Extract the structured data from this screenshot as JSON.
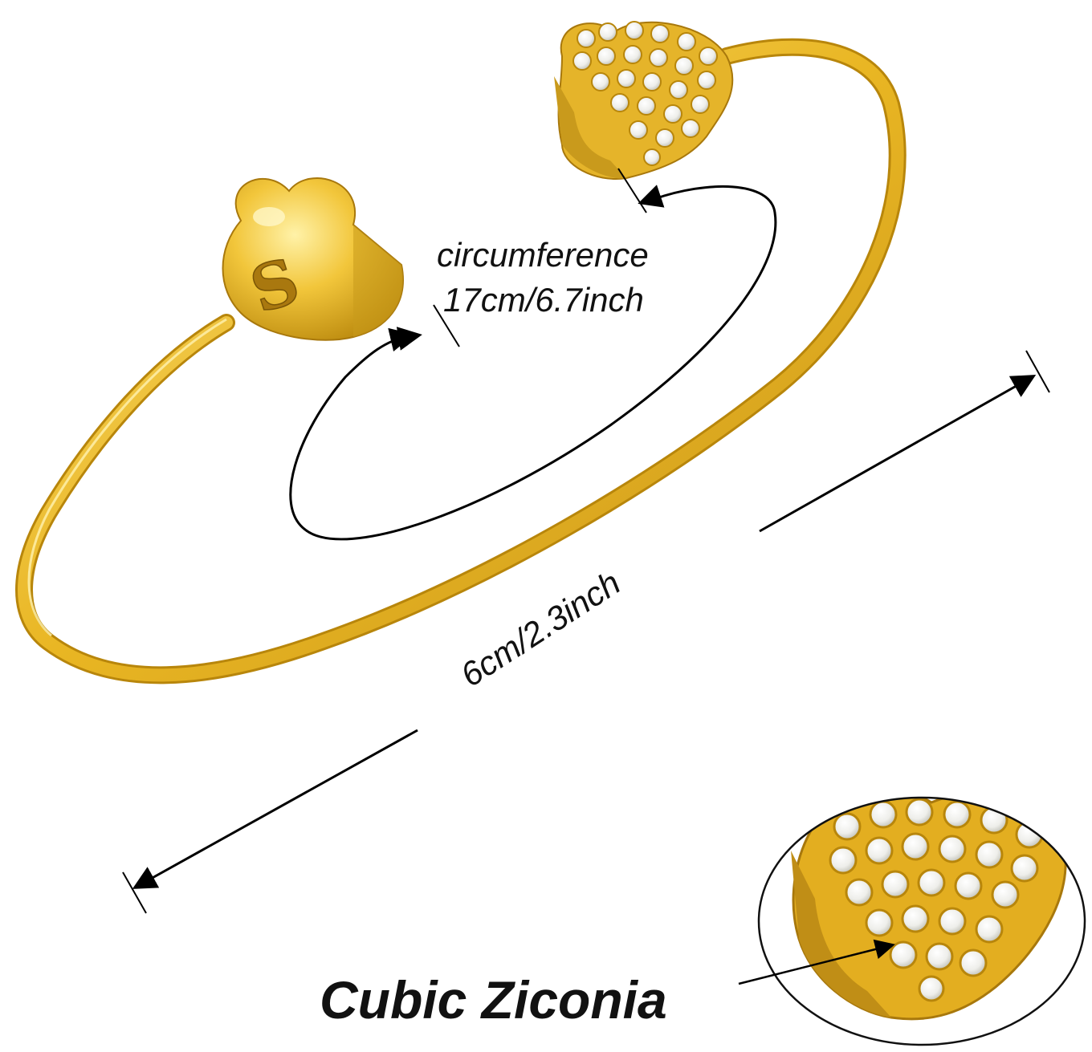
{
  "annotations": {
    "circumference_label": "circumference",
    "circumference_value": "17cm/6.7inch",
    "width_value": "6cm/2.3inch",
    "stone_label": "Cubic Ziconia"
  },
  "colors": {
    "gold_light": "#f7d45a",
    "gold_mid": "#e9b623",
    "gold_dark": "#b8860b",
    "line": "#000000",
    "background": "#ffffff"
  },
  "product": {
    "engraved_initial": "S"
  }
}
